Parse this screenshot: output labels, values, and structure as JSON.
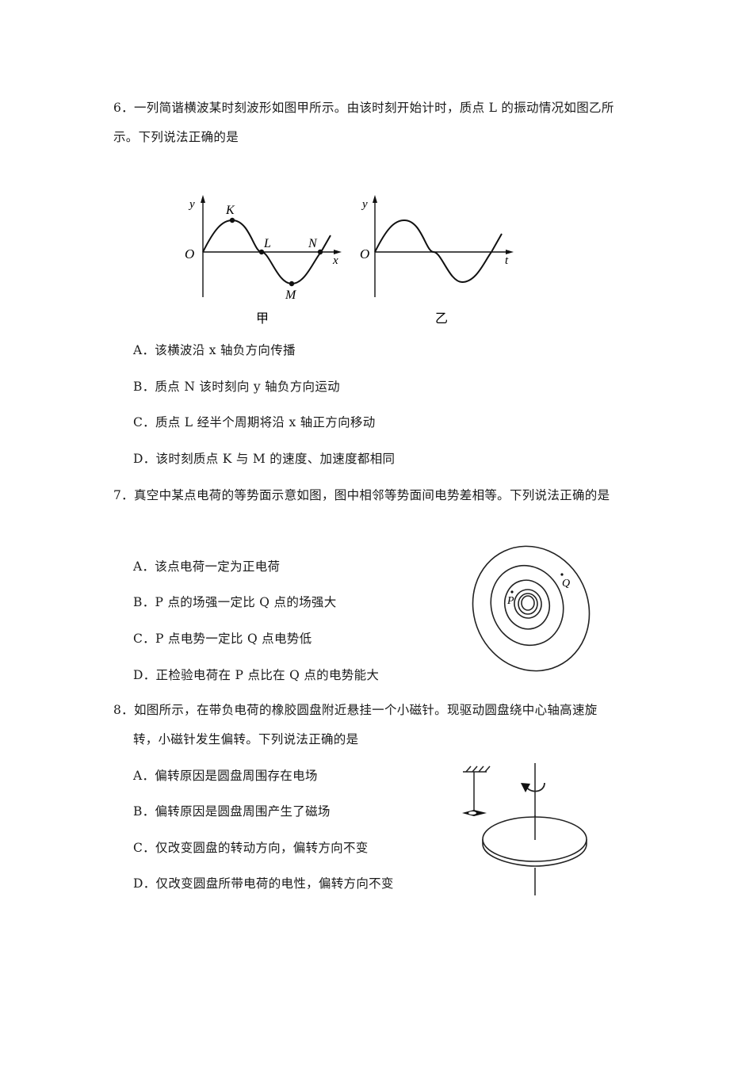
{
  "q6": {
    "number": "6．",
    "stem_line1": "一列简谐横波某时刻波形如图甲所示。由该时刻开始计时，质点 L 的振动情况如图乙所",
    "stem_line2": "示。下列说法正确的是",
    "figure_jia": {
      "caption": "甲",
      "y_label": "y",
      "x_label": "x",
      "origin": "O",
      "points": [
        "K",
        "L",
        "M",
        "N"
      ]
    },
    "figure_yi": {
      "caption": "乙",
      "y_label": "y",
      "x_label": "t",
      "origin": "O"
    },
    "options": [
      {
        "letter": "A．",
        "text": "该横波沿 x 轴负方向传播"
      },
      {
        "letter": "B．",
        "text": "质点 N 该时刻向 y 轴负方向运动"
      },
      {
        "letter": "C．",
        "text": "质点 L 经半个周期将沿 x 轴正方向移动"
      },
      {
        "letter": "D．",
        "text": "该时刻质点 K 与 M 的速度、加速度都相同"
      }
    ]
  },
  "q7": {
    "number": "7．",
    "stem_line1": "真空中某点电荷的等势面示意如图，图中相邻等势面间电势差相等。下列说法正确的是",
    "figure": {
      "labels": [
        "P",
        "Q"
      ]
    },
    "options": [
      {
        "letter": "A．",
        "text": "该点电荷一定为正电荷"
      },
      {
        "letter": "B．",
        "text": "P 点的场强一定比 Q 点的场强大"
      },
      {
        "letter": "C．",
        "text": "P 点电势一定比 Q 点电势低"
      },
      {
        "letter": "D．",
        "text": "正检验电荷在 P 点比在 Q 点的电势能大"
      }
    ]
  },
  "q8": {
    "number": "8．",
    "stem_line1": "如图所示，在带负电荷的橡胶圆盘附近悬挂一个小磁针。现驱动圆盘绕中心轴高速旋",
    "stem_line2": "转，小磁针发生偏转。下列说法正确的是",
    "options": [
      {
        "letter": "A．",
        "text": "偏转原因是圆盘周围存在电场"
      },
      {
        "letter": "B．",
        "text": "偏转原因是圆盘周围产生了磁场"
      },
      {
        "letter": "C．",
        "text": "仅改变圆盘的转动方向，偏转方向不变"
      },
      {
        "letter": "D．",
        "text": "仅改变圆盘所带电荷的电性，偏转方向不变"
      }
    ]
  }
}
